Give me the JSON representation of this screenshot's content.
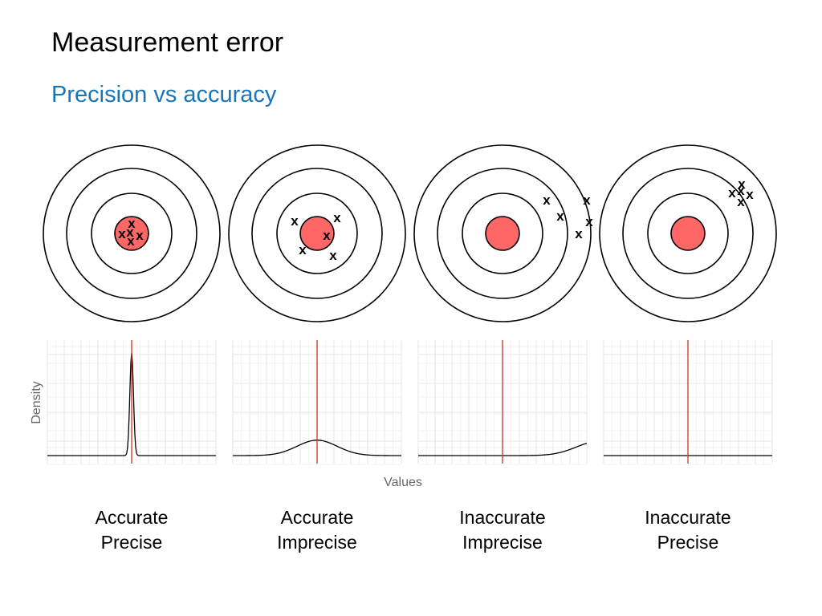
{
  "header": {
    "title": "Measurement error",
    "subtitle": "Precision vs accuracy"
  },
  "axes": {
    "ylabel": "Density",
    "xlabel": "Values"
  },
  "colors": {
    "bullseye": "#ff6666",
    "true_value_line": "#cc3322",
    "ring": "#000000",
    "grid_major": "#e6e6e6",
    "grid_minor": "#f3f3f3",
    "curve": "#000000",
    "subtitle": "#1a75b8"
  },
  "panels": [
    {
      "id": "accurate-precise",
      "caption": [
        "Accurate",
        "Precise"
      ],
      "shots": [
        [
          0,
          -13
        ],
        [
          -12,
          0
        ],
        [
          -2,
          -2
        ],
        [
          10,
          2
        ],
        [
          -1,
          9
        ]
      ],
      "shot_label": "x",
      "curve": {
        "mean": 0,
        "sd": 0.9,
        "peak": 1.0
      },
      "true_value": 0
    },
    {
      "id": "accurate-imprecise",
      "caption": [
        "Accurate",
        "Imprecise"
      ],
      "shots": [
        [
          -28,
          -16
        ],
        [
          25,
          -20
        ],
        [
          12,
          2
        ],
        [
          -18,
          20
        ],
        [
          20,
          27
        ]
      ],
      "shot_label": "x",
      "curve": {
        "mean": 0,
        "sd": 10,
        "peak": 0.15
      },
      "true_value": 0
    },
    {
      "id": "inaccurate-imprecise",
      "caption": [
        "Inaccurate",
        "Imprecise"
      ],
      "shots": [
        [
          55,
          -42
        ],
        [
          105,
          -42
        ],
        [
          72,
          -22
        ],
        [
          108,
          -15
        ],
        [
          95,
          0
        ]
      ],
      "shot_label": "x",
      "curve": {
        "mean": 48,
        "sd": 11,
        "peak": 0.14
      },
      "true_value": 0
    },
    {
      "id": "inaccurate-precise",
      "caption": [
        "Inaccurate",
        "Precise"
      ],
      "shots": [
        [
          67,
          -62
        ],
        [
          55,
          -51
        ],
        [
          66,
          -54
        ],
        [
          77,
          -49
        ],
        [
          66,
          -40
        ]
      ],
      "shot_label": "x",
      "curve": {
        "mean": 48,
        "sd": 1.0,
        "peak": 0.9
      },
      "true_value": 0
    }
  ]
}
